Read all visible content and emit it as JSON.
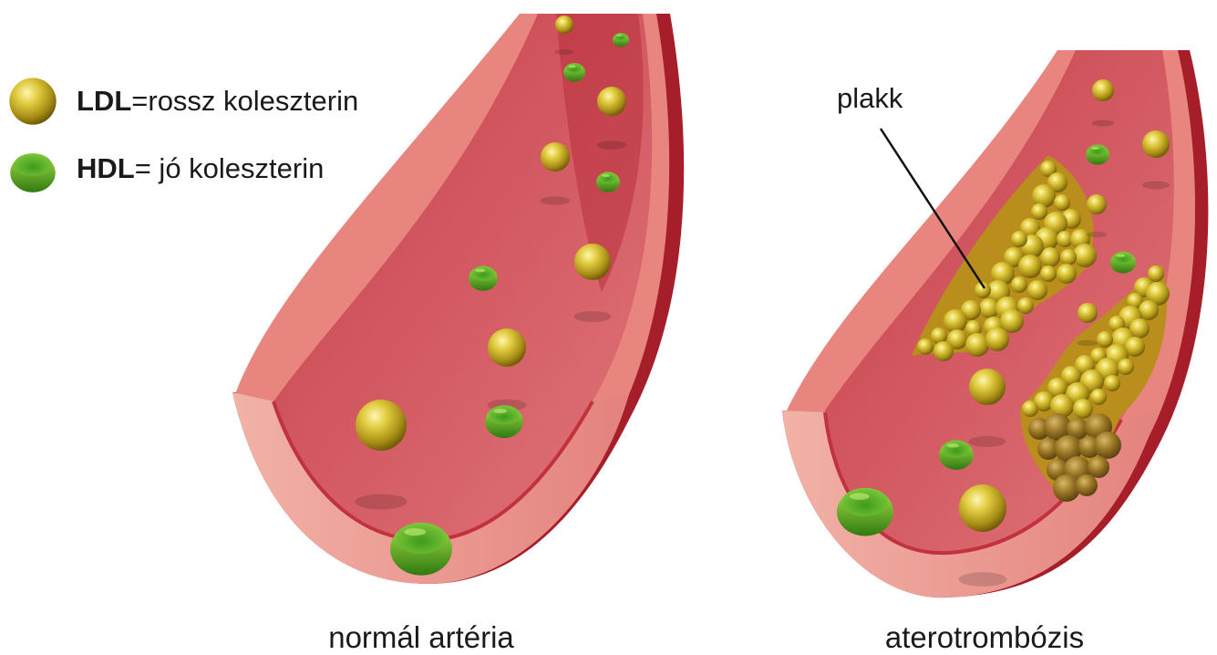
{
  "legend": {
    "ldl": {
      "term": "LDL",
      "definition": "=rossz koleszterin",
      "icon": "ldl-particle-icon",
      "color": "#c9b22a"
    },
    "hdl": {
      "term": "HDL",
      "definition": "= jó koleszterin",
      "icon": "hdl-particle-icon",
      "color": "#6fb827"
    }
  },
  "panels": [
    {
      "caption": "normál artéria"
    },
    {
      "caption": "aterotrombózis"
    }
  ],
  "annotation": {
    "plaque_label": "plakk"
  },
  "colors": {
    "vessel_wall": "#e88a86",
    "vessel_lumen": "#cf4a52",
    "vessel_outer": "#b4202c",
    "ldl": "#c9b22a",
    "hdl": "#6fb827",
    "thrombus": "#8a6a1e"
  }
}
